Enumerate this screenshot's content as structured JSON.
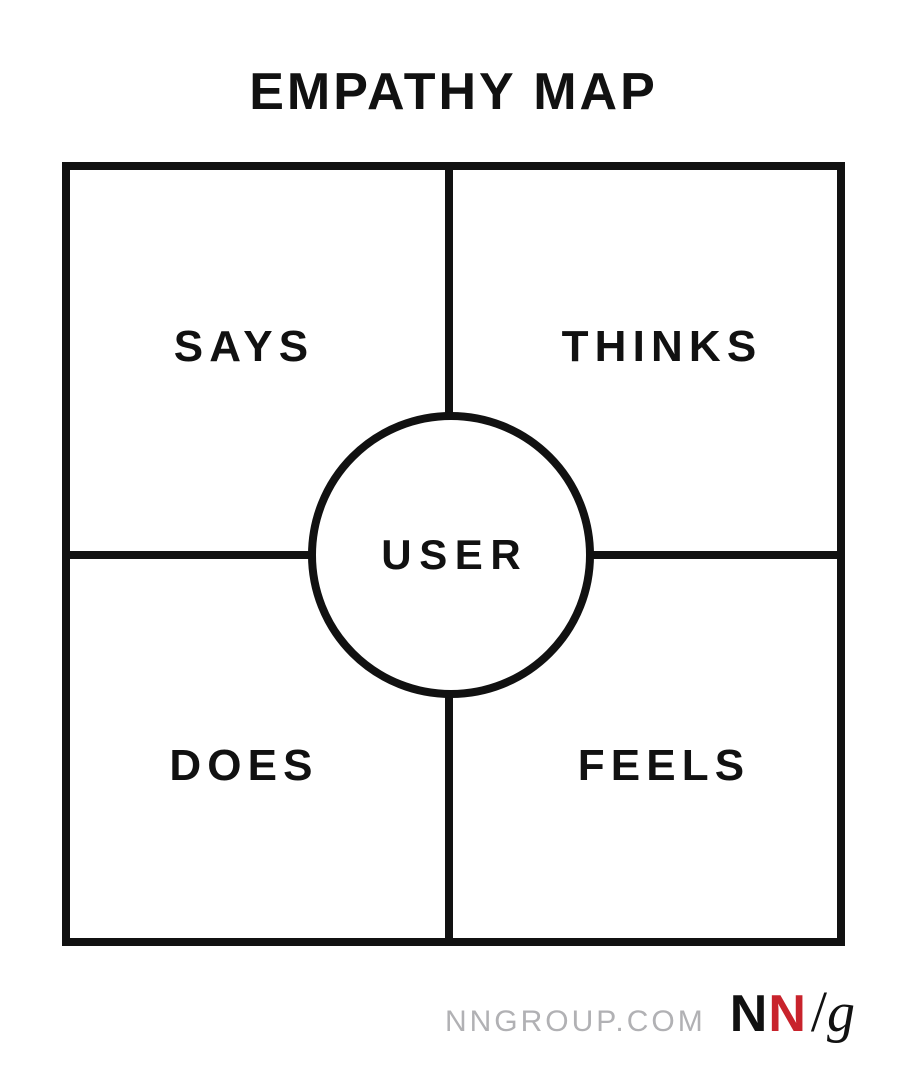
{
  "title": "EMPATHY MAP",
  "quadrants": [
    {
      "id": "says",
      "label": "SAYS"
    },
    {
      "id": "thinks",
      "label": "THINKS"
    },
    {
      "id": "does",
      "label": "DOES"
    },
    {
      "id": "feels",
      "label": "FEELS"
    }
  ],
  "center": {
    "label": "USER"
  },
  "footer": {
    "website": "NNGROUP.COM",
    "logo": {
      "n1": "N",
      "n2": "N",
      "slash": "/",
      "g": "g"
    }
  },
  "colors": {
    "ink": "#111111",
    "logo_red": "#c8232c",
    "footer_gray": "#b1b1b4",
    "background": "#ffffff"
  }
}
